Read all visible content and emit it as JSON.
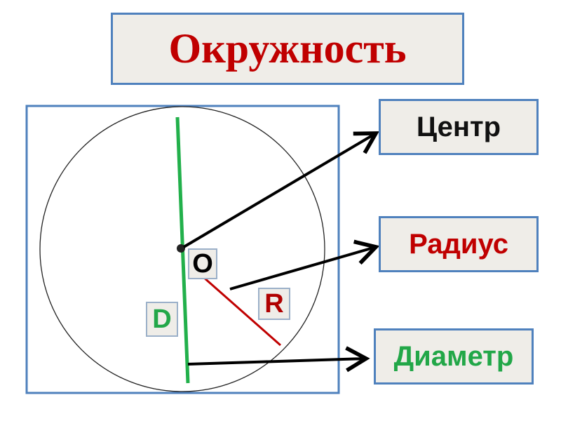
{
  "title": "Окружность",
  "labels": {
    "center": "Центр",
    "radius": "Радиус",
    "diameter": "Диаметр"
  },
  "diagram_letters": {
    "center_point": "O",
    "radius": "R",
    "diameter": "D"
  },
  "colors": {
    "title": "#c00000",
    "frame_border": "#4f81bd",
    "box_fill": "#efede8",
    "center_label": "#111111",
    "radius_label": "#c00000",
    "diameter_label": "#22a748",
    "diameter_line": "#22b04b",
    "radius_line": "#c00000",
    "arrows": "#000000"
  }
}
